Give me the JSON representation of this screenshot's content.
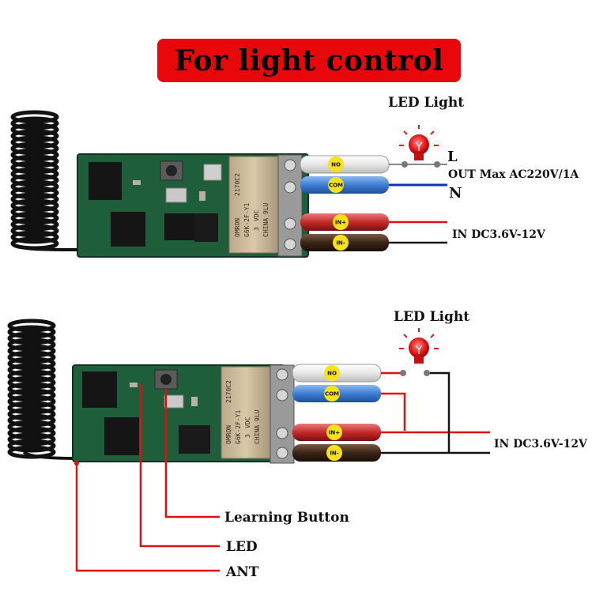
{
  "title": "For light control",
  "diagram1": {
    "led_label": "LED Light",
    "terminal_l": "L",
    "terminal_n": "N",
    "output_label": "OUT Max AC220V/1A",
    "input_label": "IN DC3.6V-12V",
    "wires": [
      "NO",
      "COM",
      "IN+",
      "IN-"
    ],
    "relay_text": [
      "OMRON",
      "2170C2",
      "G6K-2F-Y1",
      "3",
      "VDC",
      "CHINA 9LU"
    ]
  },
  "diagram2": {
    "led_label": "LED Light",
    "input_label": "IN DC3.6V-12V",
    "wires": [
      "NO",
      "COM",
      "IN+",
      "IN-"
    ],
    "relay_text": [
      "OMRON",
      "2170C2",
      "G6K-2F-Y1",
      "3",
      "VDC",
      "CHINA 9LU"
    ],
    "callouts": {
      "learning_button": "Learning Button",
      "led": "LED",
      "ant": "ANT"
    }
  },
  "colors": {
    "title_bg": "#e8080c",
    "pcb": "#1f5e3a",
    "wire_white": "#f2f2f2",
    "wire_blue": "#3d7fd6",
    "wire_red": "#c42a2a",
    "wire_brown": "#3a2416",
    "tag_yellow": "#f7e21a",
    "callout_red": "#e01010"
  }
}
